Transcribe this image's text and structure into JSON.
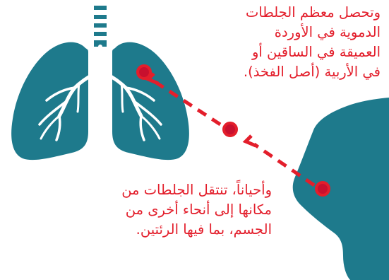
{
  "colors": {
    "organ": "#1e7a8c",
    "text": "#e31e2b",
    "arrow": "#e31e2b",
    "dot_fill": "#c8102e",
    "dot_stroke": "#e31e2b",
    "background": "#ffffff"
  },
  "captions": {
    "top": [
      "وتحصل معظم الجلطات",
      "الدموية في الأوردة",
      "العميقة في الساقين أو",
      "في الأربية (أصل الفخذ)."
    ],
    "bottom": [
      "وأحياناً، تنتقل الجلطات من",
      "مكانها إلى أنحاء أخرى من",
      "الجسم، بما فيها الرئتين."
    ]
  },
  "icons": [
    "lungs-icon",
    "leg-icon"
  ]
}
